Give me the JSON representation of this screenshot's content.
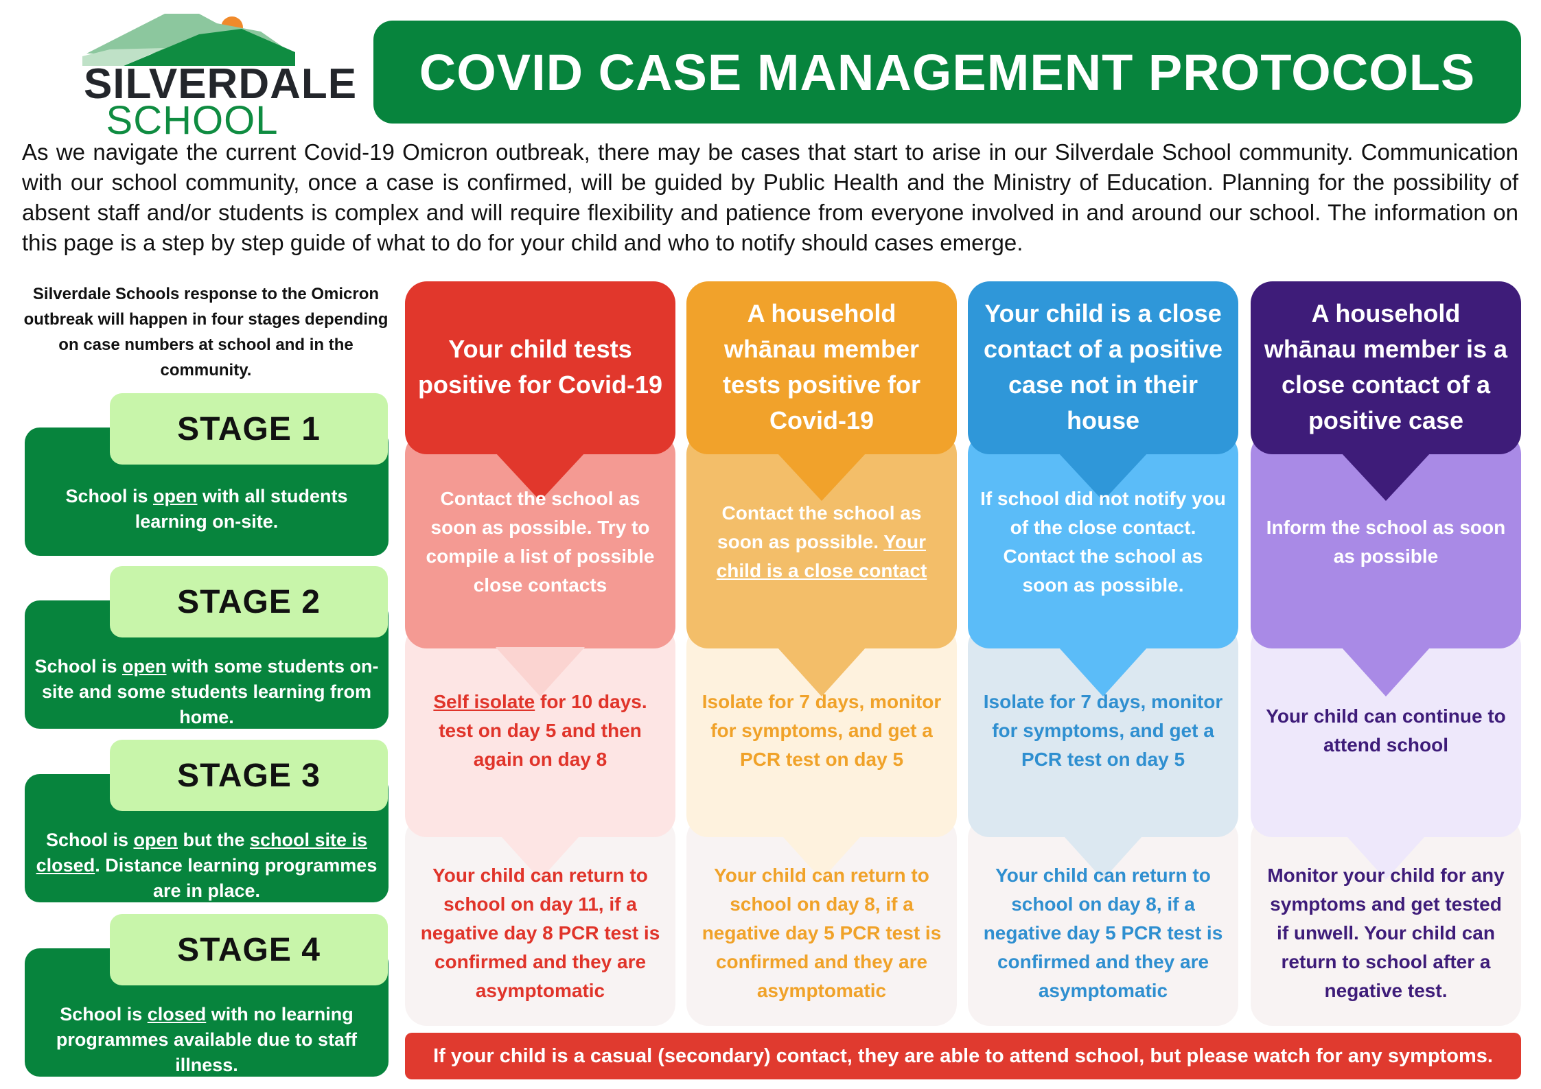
{
  "logo": {
    "word1": "SILVERDALE",
    "word2": "SCHOOL"
  },
  "title": "COVID CASE MANAGEMENT PROTOCOLS",
  "intro": "As we navigate the current Covid-19 Omicron outbreak, there may be cases that start to arise in our Silverdale School community. Communication with our school community, once a case is confirmed, will be guided by Public Health and the Ministry of Education. Planning for the possibility of absent staff and/or students is complex and will require flexibility and patience from everyone involved in and around our school. The information on this page is a step by step guide of what to do for your child and who to notify should cases emerge.",
  "stages_intro": "Silverdale Schools response to the Omicron outbreak will happen in four stages depending on case numbers at school and in the community.",
  "stages": [
    {
      "label": "STAGE 1",
      "desc": [
        "School is ",
        "open",
        " with all students learning on-site."
      ]
    },
    {
      "label": "STAGE 2",
      "desc": [
        "School is ",
        "open",
        " with some students on-site and some students learning from home."
      ]
    },
    {
      "label": "STAGE 3",
      "desc": [
        "School is ",
        "open",
        " but the ",
        "school site is closed",
        ". Distance learning programmes are in place."
      ]
    },
    {
      "label": "STAGE 4",
      "desc": [
        "School is ",
        "closed",
        " with no learning programmes available due to staff illness."
      ]
    }
  ],
  "columns": [
    {
      "header": "Your child tests positive for Covid-19",
      "step1": "Contact the school as soon as possible. Try to compile a list of possible close contacts",
      "step2_underlined": "Self isolate",
      "step2": " for 10 days. test on day 5 and then again on day 8",
      "step3": "Your child can return to school on day 11, if a negative day 8 PCR test is confirmed and they are asymptomatic",
      "colors": {
        "header": "#e1372c",
        "step1_bg": "#f49a93",
        "step2_bg": "#fde5e4",
        "step3_bg": "#f8f3f3",
        "step1_text": "#ffffff",
        "accent_text": "#e0342a",
        "arrow2": "#fbd4d1",
        "arrow3": "#fde5e4"
      }
    },
    {
      "header": "A household whānau member tests positive for Covid-19",
      "step1": "Contact the school as soon as possible. ",
      "step1_underlined": "Your child is a close contact",
      "step2": "Isolate for 7 days, monitor for symptoms, and get a PCR test on day 5",
      "step3": "Your child can return to school on day 8, if a negative day 5 PCR test is confirmed and they are asymptomatic",
      "colors": {
        "header": "#f1a22b",
        "step1_bg": "#f3be69",
        "step2_bg": "#fef2de",
        "step3_bg": "#f8f3f3",
        "step1_text": "#ffffff",
        "accent_text": "#f0a229",
        "arrow2": "#f3be69",
        "arrow3": "#fef2de"
      }
    },
    {
      "header": "Your child is a close contact of a positive case not in their house",
      "step1": "If school did not notify you of the close contact. Contact the school as soon as possible.",
      "step2": "Isolate for 7 days, monitor for symptoms, and get a PCR test on day 5",
      "step3": "Your child can return to school on day 8, if a negative day 5 PCR test is confirmed and they are asymptomatic",
      "colors": {
        "header": "#2f97d9",
        "step1_bg": "#5bbcf8",
        "step2_bg": "#dce8f1",
        "step3_bg": "#f8f3f3",
        "step1_text": "#ffffff",
        "accent_text": "#2f8fd0",
        "arrow2": "#5bbcf8",
        "arrow3": "#dce8f1"
      }
    },
    {
      "header": "A household whānau member is a close contact of a positive case",
      "step1": "Inform the school as soon as possible",
      "step2": "Your child can continue to attend school",
      "step3": "Monitor your child for any symptoms and get tested if unwell. Your child can return to school after a negative test.",
      "colors": {
        "header": "#3e1c79",
        "step1_bg": "#a98ae6",
        "step2_bg": "#eee8fb",
        "step3_bg": "#f8f3f3",
        "step1_text": "#ffffff",
        "accent_text": "#3e1c79",
        "arrow2": "#a98ae6",
        "arrow3": "#eee8fb"
      }
    }
  ],
  "footer": "If your child is a casual (secondary) contact, they are able to attend school, but please watch for any symptoms.",
  "theme": {
    "green": "#07843d",
    "light_green": "#c8f5aa",
    "red": "#e03a2f"
  }
}
